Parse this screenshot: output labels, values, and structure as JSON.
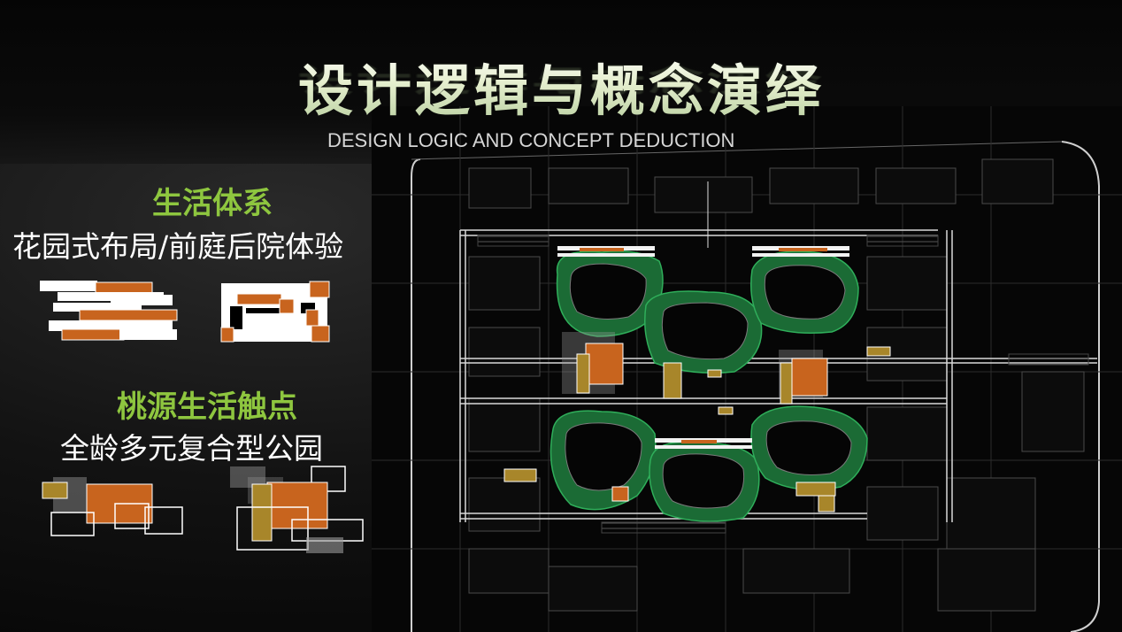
{
  "header": {
    "title": "设计逻辑与概念演绎",
    "subtitle": "DESIGN LOGIC AND CONCEPT DEDUCTION"
  },
  "sections": [
    {
      "title": "生活体系",
      "subtitle": "花园式布局/前庭后院体验"
    },
    {
      "title": "桃源生活触点",
      "subtitle": "全龄多元复合型公园"
    }
  ],
  "colors": {
    "accent_green": "#8ec63f",
    "block_orange": "#c8641e",
    "block_olive": "#a8862a",
    "landscape_green": "#1f7a3c",
    "background": "#000000"
  }
}
